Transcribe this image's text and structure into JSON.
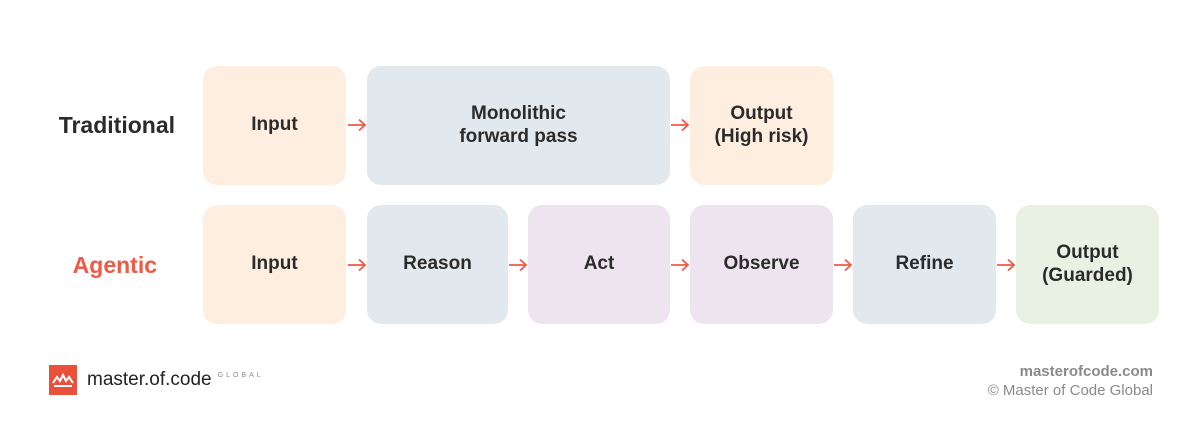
{
  "colors": {
    "accent": "#ee5a45",
    "input": "#fdeee0",
    "process": "#e2e9ee",
    "action": "#ede4f0",
    "guarded": "#e9f2e2",
    "arrow": "#ee5a45"
  },
  "rows": {
    "traditional": {
      "label": "Traditional",
      "steps": [
        "Input",
        "Monolithic\nforward pass",
        "Output\n(High risk)"
      ]
    },
    "agentic": {
      "label": "Agentic",
      "steps": [
        "Input",
        "Reason",
        "Act",
        "Observe",
        "Refine",
        "Output\n(Guarded)"
      ]
    }
  },
  "footer": {
    "brand_name": "master.of.code",
    "brand_sub": "GLOBAL",
    "site": "masterofcode.com",
    "copyright": "© Master of Code Global"
  }
}
